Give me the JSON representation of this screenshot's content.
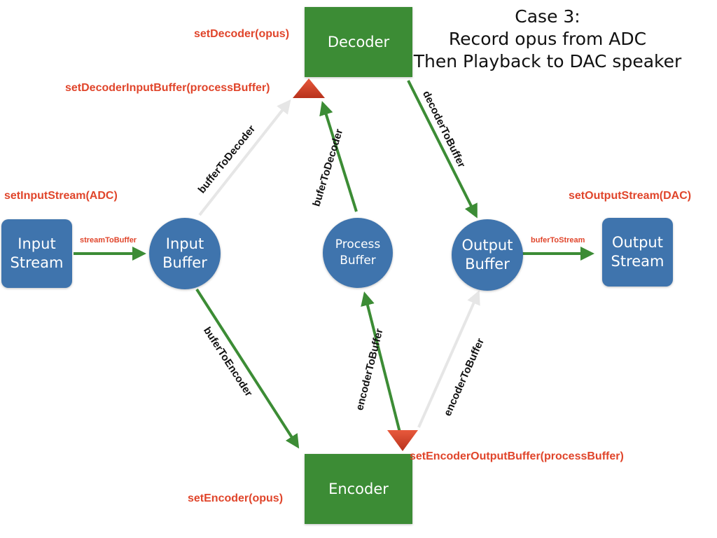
{
  "title": {
    "line1": "Case 3:",
    "line2": "Record opus from ADC",
    "line3": "Then Playback to DAC speaker"
  },
  "nodes": {
    "input_stream": {
      "label": "Input\nStream"
    },
    "input_buffer": {
      "label": "Input\nBuffer"
    },
    "process_buffer": {
      "label": "Process\nBuffer"
    },
    "output_buffer": {
      "label": "Output\nBuffer"
    },
    "output_stream": {
      "label": "Output\nStream"
    },
    "decoder": {
      "label": "Decoder"
    },
    "encoder": {
      "label": "Encoder"
    }
  },
  "setters": {
    "set_decoder": "setDecoder(opus)",
    "set_decoder_input_buffer": "setDecoderInputBuffer(processBuffer)",
    "set_input_stream": "setInputStream(ADC)",
    "set_output_stream": "setOutputStream(DAC)",
    "set_encoder_output_buffer": "setEncoderOutputBuffer(processBuffer)",
    "set_encoder": "setEncoder(opus)"
  },
  "edge_labels": {
    "stream_to_buffer": "streamToBuffer",
    "bufer_to_stream": "buferToStream",
    "buffer_to_decoder": "bufferToDecoder",
    "bufer_to_decoder": "buferToDecoder",
    "decoder_to_buffer": "decoderToBuffer",
    "bufer_to_encoder": "buferToEncoder",
    "encoder_to_buffer_left": "encoderToBuffer",
    "encoder_to_buffer_right": "encoderToBuffer"
  },
  "colors": {
    "node_blue": "#3f74ad",
    "codec_green": "#3c8c35",
    "active_arrow": "#3c8c35",
    "inactive_arrow": "#e6e6e6",
    "setter_red": "#e0452b",
    "marker_red": "#d5422a"
  }
}
